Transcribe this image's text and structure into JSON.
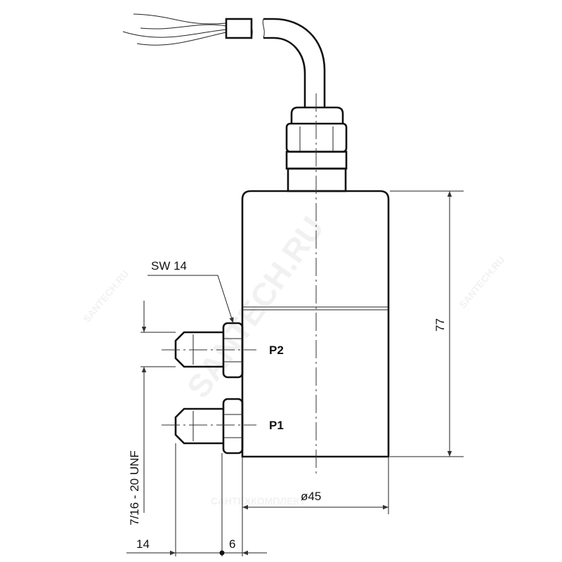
{
  "drawing": {
    "labels": {
      "port_p2": "P2",
      "port_p1": "P1",
      "wrench_size": "SW 14",
      "thread_spec": "7/16 - 20 UNF",
      "height_dim": "77",
      "diameter_dim": "ø45",
      "fitting_length_dim": "14",
      "nut_offset_dim": "6"
    },
    "watermark": {
      "main": "SANTECH.RU",
      "secondary": "SANTECH.RU",
      "bottom": "САНТЕХКОМПЛЕКТ"
    },
    "colors": {
      "line": "#111111",
      "background": "#ffffff"
    }
  }
}
